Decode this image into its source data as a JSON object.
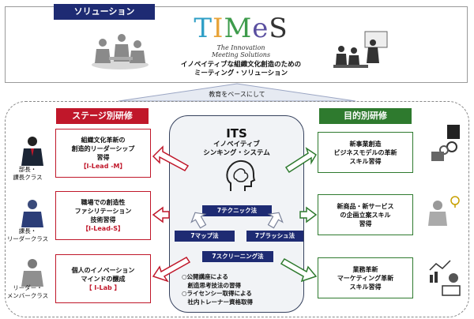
{
  "solution_label": "ソリューション",
  "logo_letters": [
    {
      "ch": "T",
      "color": "#2f9fc6"
    },
    {
      "ch": "I",
      "color": "#e8a43a"
    },
    {
      "ch": "M",
      "color": "#3d9b4b"
    },
    {
      "ch": "e",
      "color": "#5a4fa0"
    },
    {
      "ch": "S",
      "color": "#333333"
    }
  ],
  "tagline_line1": "The Innovation",
  "tagline_line2": "Meeting  Solutions",
  "subtitle_line1": "イノベイティブな組織文化創造のための",
  "subtitle_line2": "ミーティング・ソリューション",
  "education_label": "教育をベースにして",
  "stage_header": "ステージ別研修",
  "purpose_header": "目的別研修",
  "stage_boxes": [
    {
      "lines": [
        "組織文化革新の",
        "創造的リーダーシップ",
        "習得"
      ],
      "tag": "【I-Lead -M】"
    },
    {
      "lines": [
        "職場での創造性",
        "ファシリテーション",
        "技術習得"
      ],
      "tag": "【I-Lead-S】"
    },
    {
      "lines": [
        "個人のイノベーション",
        "マインドの醸成"
      ],
      "tag": "【 I-Lab 】"
    }
  ],
  "purpose_boxes": [
    {
      "lines": [
        "新事業創造",
        "ビジネスモデルの革新",
        "スキル習得"
      ]
    },
    {
      "lines": [
        "新商品・新サービス",
        "の企画立案スキル",
        "習得"
      ]
    },
    {
      "lines": [
        "業務革新",
        "マーケティング革新",
        "スキル習得"
      ]
    }
  ],
  "class_labels": [
    {
      "line1": "部長・",
      "line2": "課長クラス"
    },
    {
      "line1": "課長・",
      "line2": "リーダークラス"
    },
    {
      "line1": "リーダー・",
      "line2": "メンバークラス"
    }
  ],
  "its_title": "ITS",
  "its_sub1": "イノベイティブ",
  "its_sub2": "シンキング・システム",
  "methods": {
    "technique": "7テクニック法",
    "map": "7マップ法",
    "brush": "7ブラッシュ法",
    "screening": "7スクリーニング法"
  },
  "notes": [
    "○公開講座による",
    "　創造思考技法の習得",
    "○ライセンシー取得による",
    "　社内トレーナー資格取得"
  ],
  "colors": {
    "navy": "#1e2b73",
    "red": "#c0172a",
    "green": "#2e7a2e"
  }
}
